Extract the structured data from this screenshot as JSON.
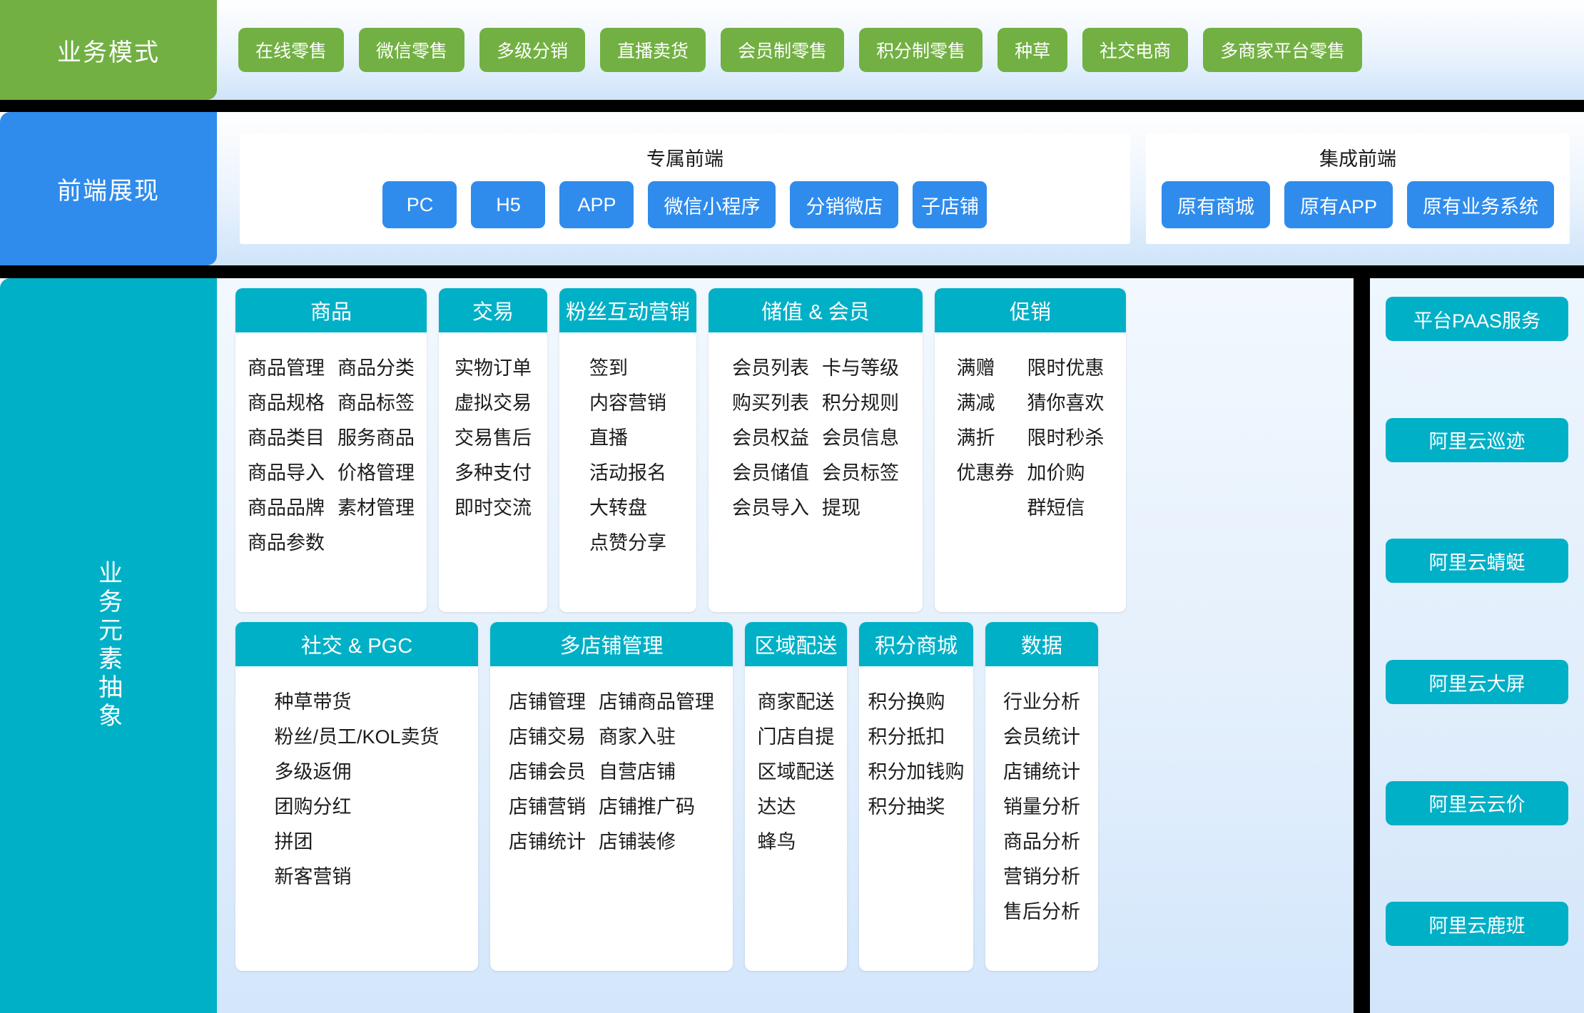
{
  "rows": {
    "business_mode": {
      "label": "业务模式",
      "items": [
        "在线零售",
        "微信零售",
        "多级分销",
        "直播卖货",
        "会员制零售",
        "积分制零售",
        "种草",
        "社交电商",
        "多商家平台零售"
      ]
    },
    "frontend": {
      "label": "前端展现",
      "panels": [
        {
          "title": "专属前端",
          "items": [
            "PC",
            "H5",
            "APP",
            "微信小程序",
            "分销微店",
            "子店铺"
          ]
        },
        {
          "title": "集成前端",
          "items": [
            "原有商城",
            "原有APP",
            "原有业务系统"
          ]
        }
      ]
    },
    "business_elements": {
      "label": "业务元素抽象",
      "cards_top": [
        {
          "title": "商品",
          "cols": [
            [
              "商品管理",
              "商品规格",
              "商品类目",
              "商品导入",
              "商品品牌",
              "商品参数"
            ],
            [
              "商品分类",
              "商品标签",
              "服务商品",
              "价格管理",
              "素材管理"
            ]
          ]
        },
        {
          "title": "交易",
          "cols": [
            [
              "实物订单",
              "虚拟交易",
              "交易售后",
              "多种支付",
              "即时交流"
            ]
          ]
        },
        {
          "title": "粉丝互动营销",
          "cols": [
            [
              "签到",
              "内容营销",
              "直播",
              "活动报名",
              "大转盘",
              "点赞分享"
            ]
          ]
        },
        {
          "title": "储值 & 会员",
          "cols": [
            [
              "会员列表",
              "购买列表",
              "会员权益",
              "会员储值",
              "会员导入"
            ],
            [
              "卡与等级",
              "积分规则",
              "会员信息",
              "会员标签",
              "提现"
            ]
          ]
        },
        {
          "title": "促销",
          "cols": [
            [
              "满赠",
              "满减",
              "满折",
              "优惠券"
            ],
            [
              "限时优惠",
              "猜你喜欢",
              "限时秒杀",
              "加价购",
              "群短信"
            ]
          ]
        }
      ],
      "cards_bottom": [
        {
          "title": "社交 & PGC",
          "cols": [
            [
              "种草带货",
              "粉丝/员工/KOL卖货",
              "多级返佣",
              "团购分红",
              "拼团",
              "新客营销"
            ]
          ]
        },
        {
          "title": "多店铺管理",
          "cols": [
            [
              "店铺管理",
              "店铺交易",
              "店铺会员",
              "店铺营销",
              "店铺统计"
            ],
            [
              "店铺商品管理",
              "商家入驻",
              "自营店铺",
              "店铺推广码",
              "店铺装修"
            ]
          ]
        },
        {
          "title": "区域配送",
          "cols": [
            [
              "商家配送",
              "门店自提",
              "区域配送",
              "达达",
              "蜂鸟"
            ]
          ]
        },
        {
          "title": "积分商城",
          "cols": [
            [
              "积分换购",
              "积分抵扣",
              "积分加钱购",
              "积分抽奖"
            ]
          ]
        },
        {
          "title": "数据",
          "cols": [
            [
              "行业分析",
              "会员统计",
              "店铺统计",
              "销量分析",
              "商品分析",
              "营销分析",
              "售后分析"
            ]
          ]
        }
      ]
    },
    "platform_services": {
      "items": [
        "平台PAAS服务",
        "阿里云巡迹",
        "阿里云蜻蜓",
        "阿里云大屏",
        "阿里云云价",
        "阿里云鹿班"
      ]
    }
  },
  "colors": {
    "green": "#72b043",
    "blue": "#2f8ced",
    "teal": "#00b0c7",
    "separator": "#000000",
    "card_bg": "#ffffff",
    "text_dark": "#1c1c1c"
  }
}
